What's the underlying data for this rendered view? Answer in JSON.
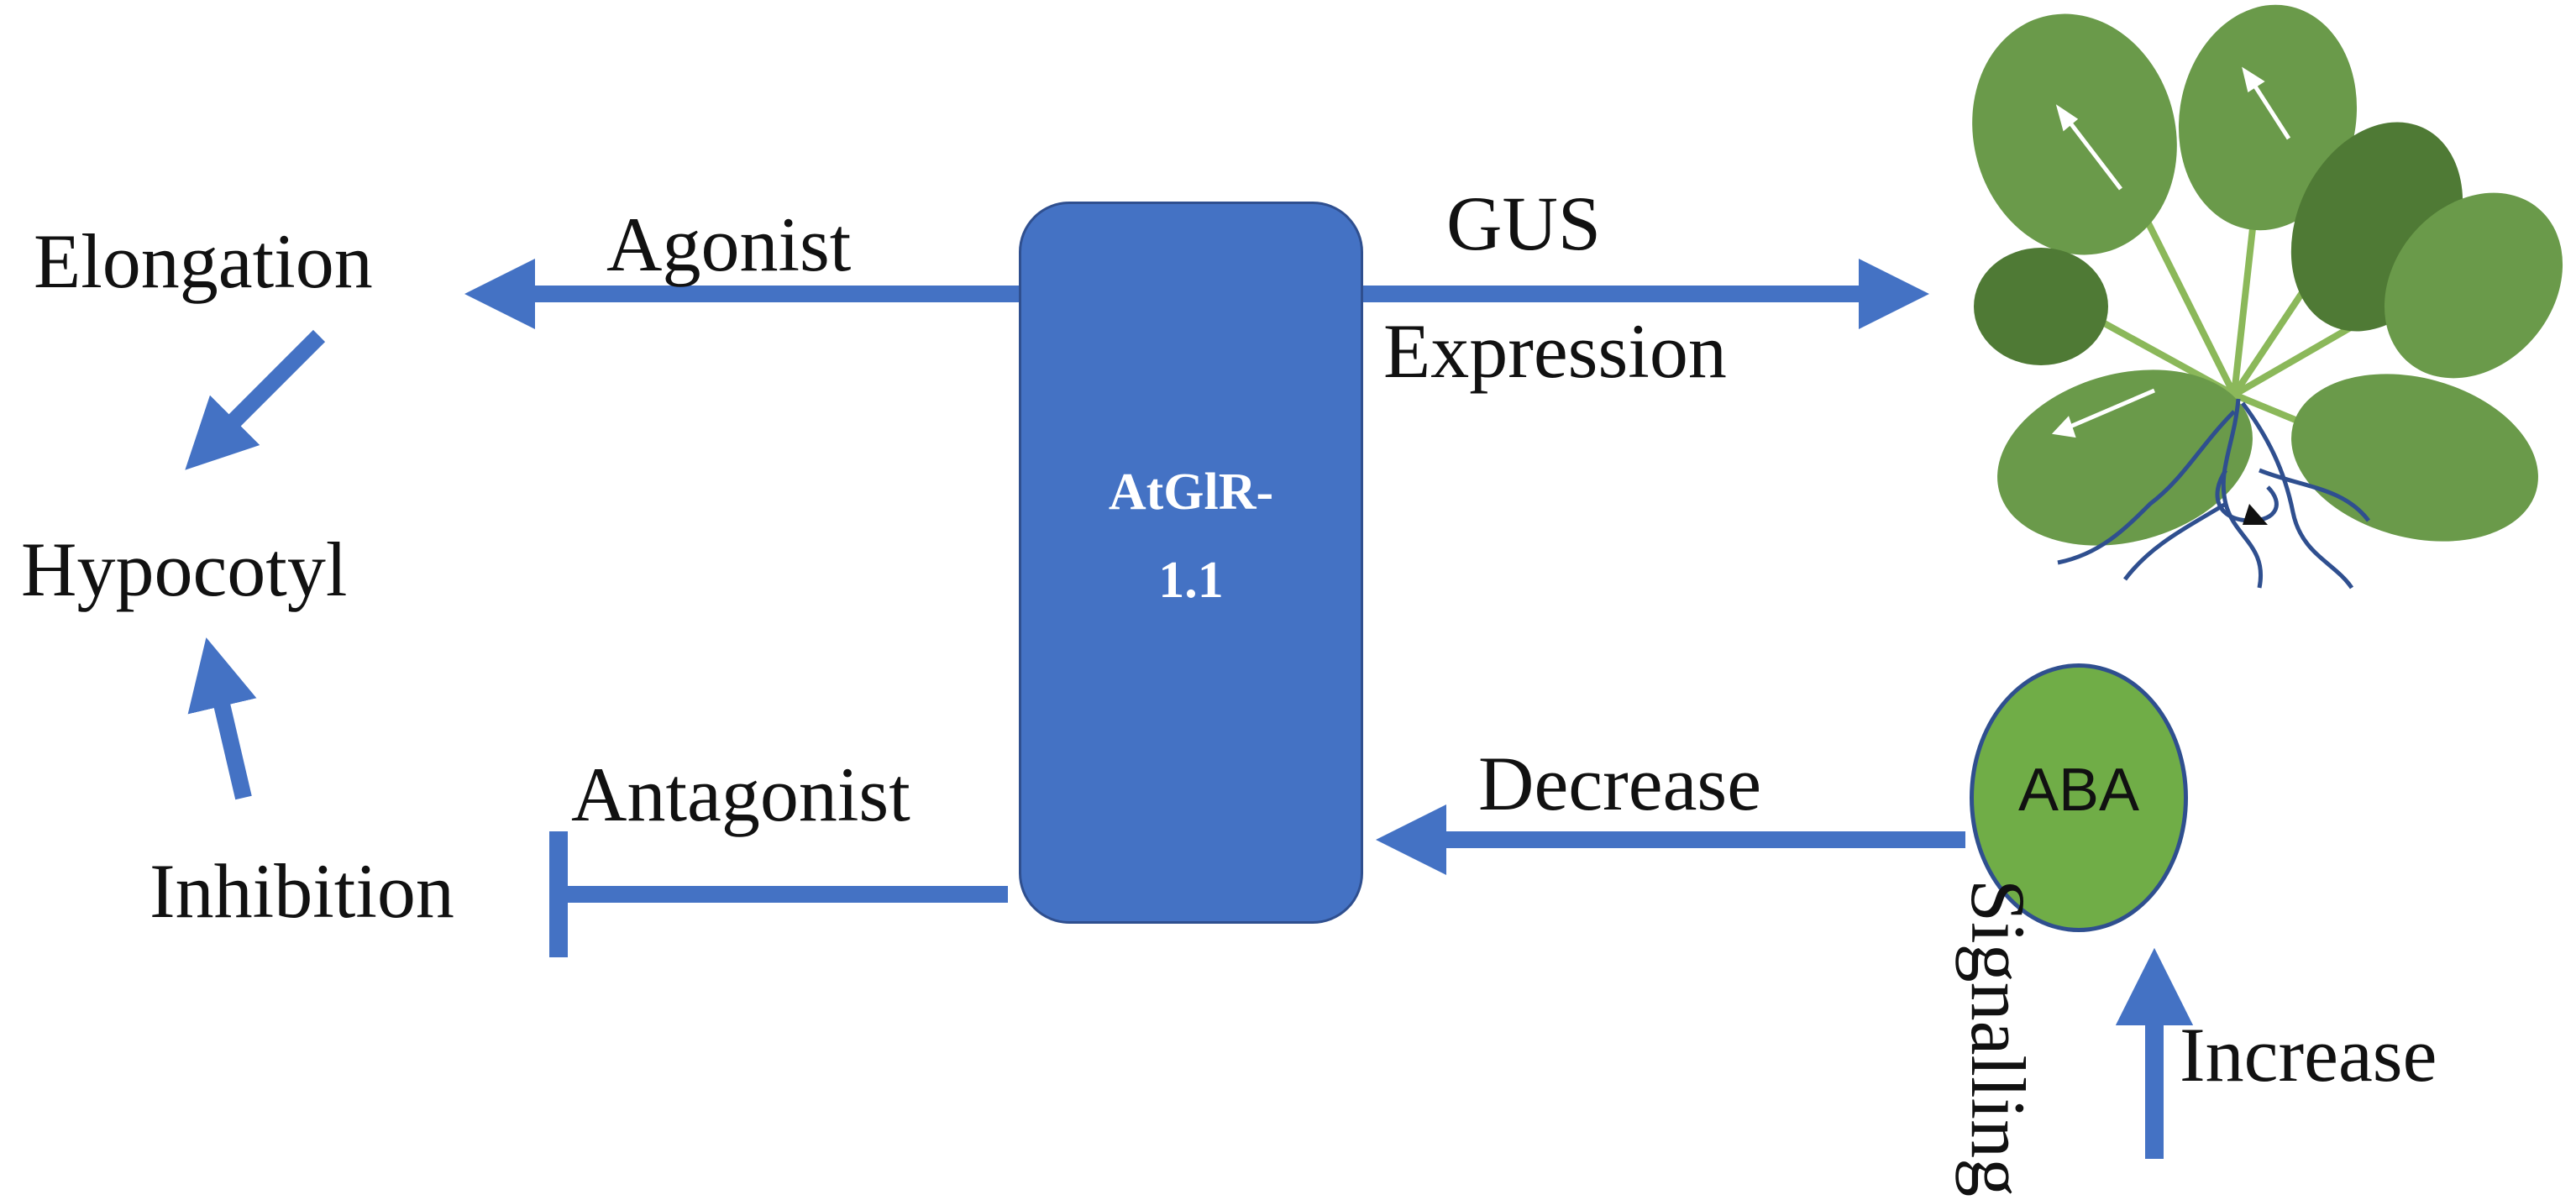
{
  "diagram": {
    "central_node": {
      "line1": "AtGlR-",
      "line2": "1.1"
    },
    "aba_node": "ABA",
    "labels": {
      "elongation": "Elongation",
      "hypocotyl": "Hypocotyl",
      "inhibition": "Inhibition",
      "agonist": "Agonist",
      "antagonist": "Antagonist",
      "gus": "GUS",
      "expression": "Expression",
      "decrease": "Decrease",
      "signalling": "Signalling",
      "increase": "Increase"
    },
    "colors": {
      "arrow": "#4472C4",
      "box": "#4472C4",
      "aba_fill": "#70AD47",
      "leaf": "#6A9A4A",
      "leaf_dark": "#4F7A35",
      "root": "#2F4F8F"
    },
    "icons": [
      "plant-illustration"
    ]
  }
}
